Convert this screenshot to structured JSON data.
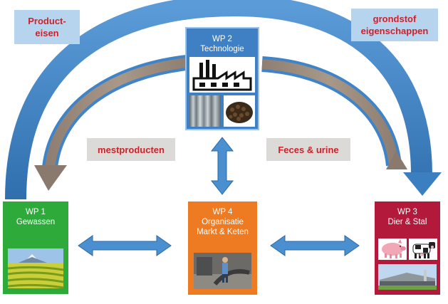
{
  "labels": {
    "product_eisen": {
      "line1": "Product-",
      "line2": "eisen"
    },
    "grondstof": {
      "line1": "grondstof",
      "line2": "eigenschappen"
    },
    "mestproducten": "mestproducten",
    "feces_urine": "Feces & urine"
  },
  "workpackages": {
    "wp1": {
      "title": "WP 1",
      "line1": "Gewassen",
      "color": "#2eaa3a"
    },
    "wp2": {
      "title": "WP 2",
      "line1": "Technologie",
      "color": "#3f7fc4"
    },
    "wp3": {
      "title": "WP 3",
      "line1": "Dier & Stal",
      "color": "#b3193a"
    },
    "wp4": {
      "title": "WP 4",
      "line1": "Organisatie",
      "line2": "Markt & Keten",
      "color": "#ee7b22"
    }
  },
  "colors": {
    "big_arrow": "#3d85c6",
    "inner_arrow": "#8a7a6e",
    "link_arrow": "#3f83c8"
  },
  "icons": [
    "factory-icon",
    "pig-icon",
    "cow-icon",
    "tea-field-photo",
    "filter-tubes-photo",
    "pellets-photo",
    "worker-photo",
    "barn-photo"
  ]
}
